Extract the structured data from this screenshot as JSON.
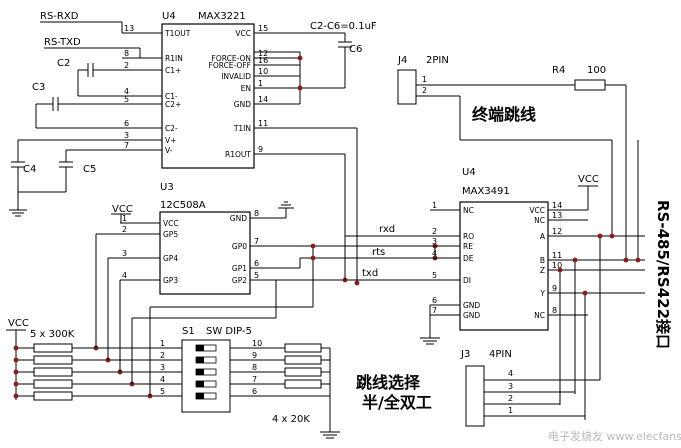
{
  "nets": {
    "rs_rxd": "RS-RXD",
    "rs_txd": "RS-TXD",
    "cap_note": "C2-C6=0.1uF",
    "rxd": "rxd",
    "rts": "rts",
    "txd": "txd"
  },
  "caps": {
    "c2": "C2",
    "c3": "C3",
    "c4": "C4",
    "c5": "C5",
    "c6": "C6"
  },
  "u4a": {
    "ref": "U4",
    "part": "MAX3221",
    "left_pins": [
      {
        "num": "13",
        "name": "T1OUT"
      },
      {
        "num": "8",
        "name": "R1IN"
      },
      {
        "num": "2",
        "name": "C1+"
      },
      {
        "num": "4",
        "name": "C1-"
      },
      {
        "num": "5",
        "name": "C2+"
      },
      {
        "num": "6",
        "name": "C2-"
      },
      {
        "num": "3",
        "name": "V+"
      },
      {
        "num": "7",
        "name": "V-"
      }
    ],
    "right_pins": [
      {
        "num": "15",
        "name": "VCC"
      },
      {
        "num": "12",
        "name": "FORCE-ON"
      },
      {
        "num": "16",
        "name": "FORCE-OFF"
      },
      {
        "num": "10",
        "name": "INVALID"
      },
      {
        "num": "1",
        "name": "EN"
      },
      {
        "num": "14",
        "name": "GND"
      },
      {
        "num": "11",
        "name": "T1IN"
      },
      {
        "num": "9",
        "name": "R1OUT"
      }
    ]
  },
  "u3": {
    "ref": "U3",
    "part": "12C508A",
    "vcc": "VCC",
    "left_pins": [
      {
        "num": "1",
        "name": "VCC"
      },
      {
        "num": "2",
        "name": "GP5"
      },
      {
        "num": "3",
        "name": "GP4"
      },
      {
        "num": "4",
        "name": "GP3"
      }
    ],
    "right_pins": [
      {
        "num": "8",
        "name": "GND"
      },
      {
        "num": "7",
        "name": "GP0"
      },
      {
        "num": "6",
        "name": "GP1"
      },
      {
        "num": "5",
        "name": "GP2"
      }
    ]
  },
  "u4b": {
    "ref": "U4",
    "part": "MAX3491",
    "vcc": "VCC",
    "left_pins": [
      {
        "num": "1",
        "name": "NC"
      },
      {
        "num": "2",
        "name": "RO"
      },
      {
        "num": "3",
        "name": "RE"
      },
      {
        "num": "4",
        "name": "DE"
      },
      {
        "num": "5",
        "name": "DI"
      },
      {
        "num": "6",
        "name": "GND"
      },
      {
        "num": "7",
        "name": "GND"
      }
    ],
    "right_pins": [
      {
        "num": "14",
        "name": "VCC"
      },
      {
        "num": "13",
        "name": "NC"
      },
      {
        "num": "12",
        "name": "A"
      },
      {
        "num": "11",
        "name": "B"
      },
      {
        "num": "10",
        "name": "Z"
      },
      {
        "num": "9",
        "name": "Y"
      },
      {
        "num": "8",
        "name": "NC"
      }
    ]
  },
  "j4": {
    "ref": "J4",
    "type": "2PIN",
    "pins": [
      "1",
      "2"
    ],
    "caption": "终端跳线"
  },
  "r4": {
    "ref": "R4",
    "value": "100"
  },
  "j3": {
    "ref": "J3",
    "type": "4PIN",
    "pins": [
      "4",
      "3",
      "2",
      "1"
    ],
    "caption_1": "跳线选择",
    "caption_2": "半/全双工"
  },
  "s1": {
    "ref": "S1",
    "type": "SW DIP-5",
    "left_pins": [
      "1",
      "2",
      "3",
      "4",
      "5"
    ],
    "right_pins": [
      "10",
      "9",
      "8",
      "7",
      "6"
    ]
  },
  "pullups": {
    "vcc": "VCC",
    "label": "5 x 300K"
  },
  "pulldowns": {
    "label": "4 x 20K"
  },
  "side_label": "RS-485/RS422接口",
  "watermark": "电子发烧友 www.elecfans.com"
}
